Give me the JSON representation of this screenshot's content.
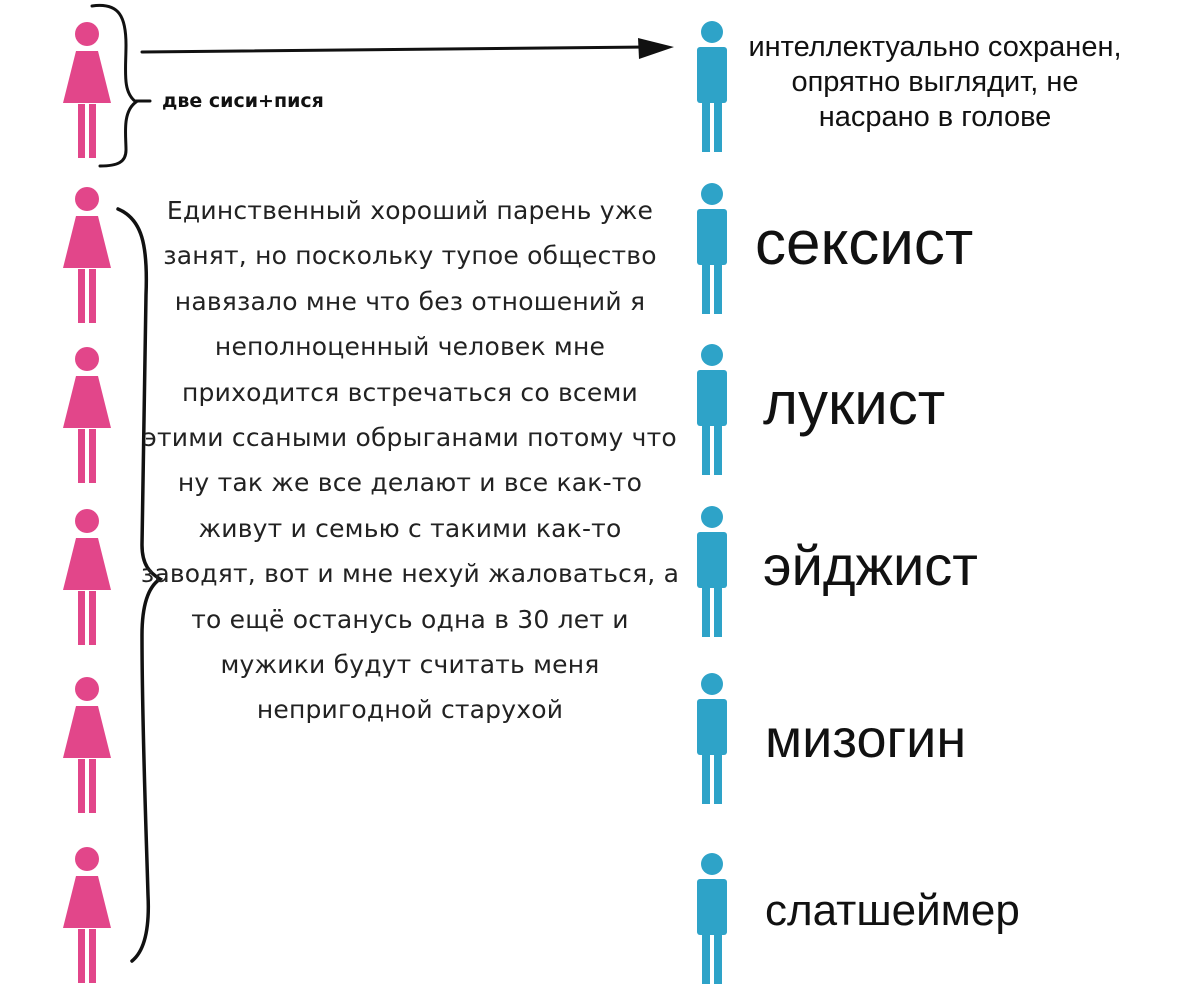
{
  "top": {
    "label": "две сиси+пися",
    "description": "интеллектуально сохранен, опрятно выглядит, не насрано в голове"
  },
  "middle": {
    "paragraph": "Единственный хороший парень уже занят, но поскольку тупое общество навязало мне что без отношений я неполноценный человек мне приходится встречаться со всеми этими ссаными обрыганами потому что ну так же все делают и все как-то живут и семью с такими как-то заводят, вот и мне нехуй жаловаться, а то ещё останусь одна в 30 лет и мужики будут считать меня непригодной старухой"
  },
  "men_labels": {
    "sexist": "сексист",
    "lookist": "лукист",
    "ageist": "эйджист",
    "misogynist": "мизогин",
    "slutshamer": "слатшеймер"
  },
  "colors": {
    "woman_figure": "#e2468a",
    "man_figure": "#2ea3c8",
    "ink": "#111111"
  },
  "icons": {
    "woman": "woman-figure-icon",
    "man": "man-figure-icon"
  }
}
